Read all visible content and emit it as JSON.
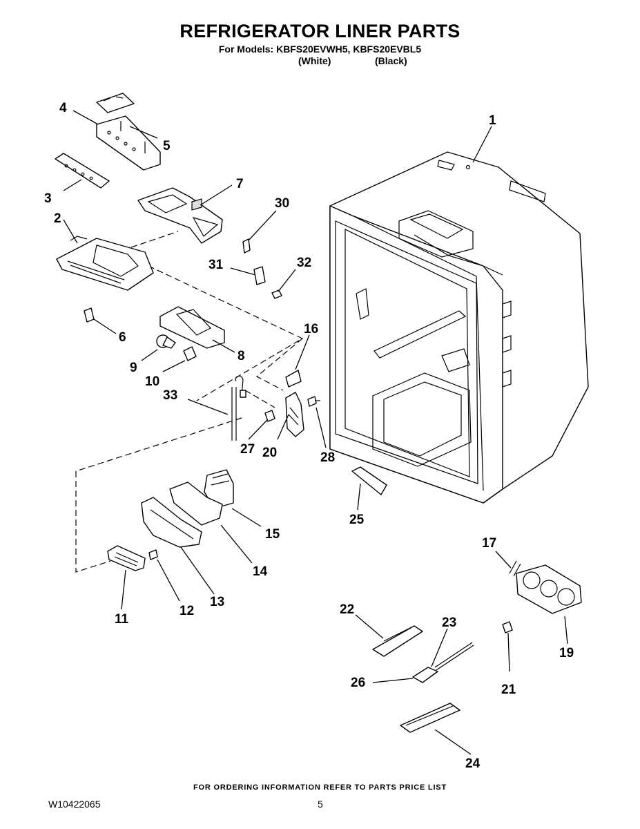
{
  "header": {
    "title": "REFRIGERATOR LINER PARTS",
    "models": "For Models: KBFS20EVWH5, KBFS20EVBL5",
    "color_white": "(White)",
    "color_black": "(Black)"
  },
  "callouts": {
    "c1": "1",
    "c2": "2",
    "c3": "3",
    "c4": "4",
    "c5": "5",
    "c6": "6",
    "c7": "7",
    "c8": "8",
    "c9": "9",
    "c10": "10",
    "c11": "11",
    "c12": "12",
    "c13": "13",
    "c14": "14",
    "c15": "15",
    "c16": "16",
    "c17": "17",
    "c19": "19",
    "c20": "20",
    "c21": "21",
    "c22": "22",
    "c23": "23",
    "c24": "24",
    "c25": "25",
    "c26": "26",
    "c27": "27",
    "c28": "28",
    "c30": "30",
    "c31": "31",
    "c32": "32",
    "c33": "33"
  },
  "footer": {
    "ordering_note": "FOR ORDERING INFORMATION REFER TO PARTS PRICE LIST",
    "document_number": "W10422065",
    "page_number": "5"
  }
}
